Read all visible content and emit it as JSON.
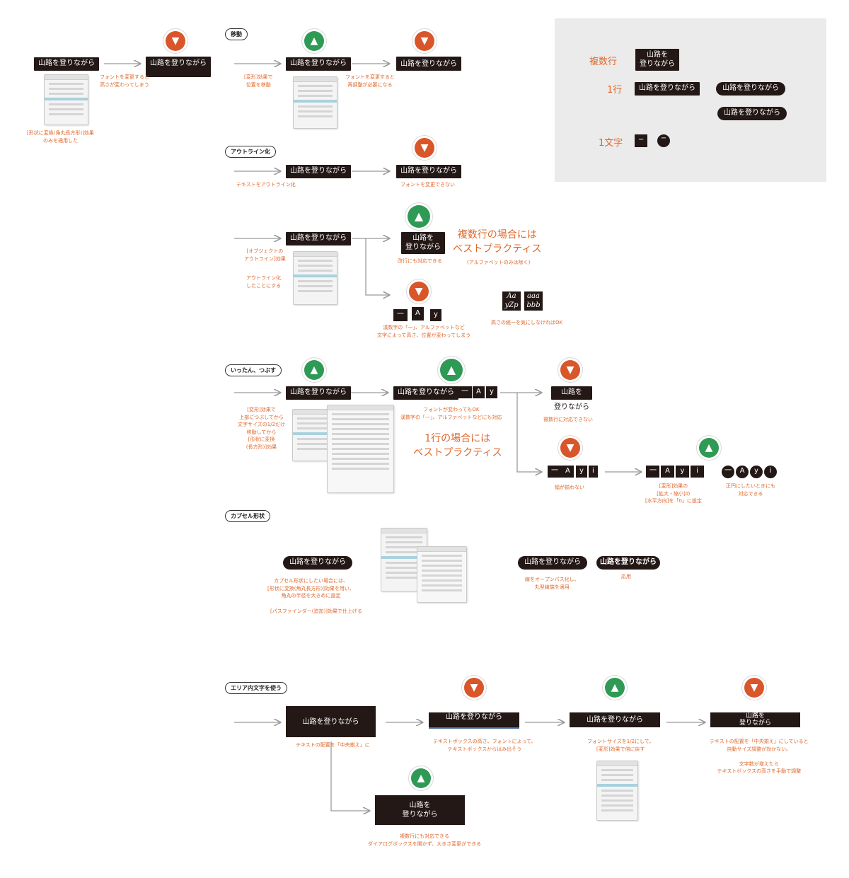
{
  "sample": "山路を登りながら",
  "sample_line1": "山路を",
  "sample_line2": "登りながら",
  "icons": {
    "good": "thumbs-up-icon",
    "bad": "thumbs-down-icon"
  },
  "colors": {
    "good": "#2f9a55",
    "bad": "#d8562a",
    "note": "#e0672a",
    "box": "#231815",
    "legend_bg": "#ebebeb"
  },
  "tags": {
    "move": "移動",
    "outline": "アウトライン化",
    "flatten": "いったん、つぶす",
    "capsule": "カプセル形状",
    "area": "エリア内文字を使う"
  },
  "glyphs": {
    "dash": "一",
    "A": "A",
    "y": "y",
    "i": "i",
    "circle_dash": "−"
  },
  "legend": {
    "multi": "複数行",
    "single": "1行",
    "char": "1文字"
  },
  "alpha": {
    "aa": "Aa",
    "yzp": "yZp",
    "aaa": "aaa",
    "bbb": "bbb"
  },
  "notes": {
    "r1a": "[形状に変換(角丸長方形)]効果\nのみを適用した",
    "r1b": "フォントを変更すると\n高さが変わってしまう",
    "mv1": "[変形]効果で\n位置を移動",
    "mv2": "フォントを変更すると\n再調整が必要になる",
    "ol1": "テキストをアウトライン化",
    "ol2": "フォントを変更できない",
    "ob1": "[オブジェクトの\nアウトライン]効果",
    "ob2": "アウトライン化\nしたことにする",
    "ob3": "改行にも対応できる",
    "ob4": "漢数字の「一」、アルファベットなど\n文字によって高さ、位置が変わってしまう",
    "ob5": "高さの統一を気にしなければOK",
    "fl1": "[変形]効果で\n上部につぶしてから\n文字サイズの1/2だけ\n移動してから\n[形状に変換\n(長方形)]効果",
    "fl2": "フォントが変わってもOK\n漢数字の「一」、アルファベットなどにも対応",
    "fl3": "複数行に対応できない",
    "fl4": "幅が揃わない",
    "fl5": "[変形]効果の\n[拡大・縮小]の\n[水平方向]を「0」に設定",
    "fl6": "正円にしたいときにも\n対応できる",
    "cp1": "カプセル形状にしたい場合には、\n[形状に変換(角丸長方形)]効果を用い、\n角丸の半径を大きめに設定",
    "cp2": "[パスファインダー(追加)]効果で仕上げる",
    "cp3": "線をオープンパス化し、\n丸型線端を適用",
    "cp4": "応用",
    "ar1": "テキストの配置を「中央揃え」に",
    "ar2": "テキストボックスの高さ、フォントによって、\nテキストボックスからはみ出そう",
    "ar3": "フォントサイズを1/2にして、\n[変形]効果で倍に戻す",
    "ar4": "テキストの配置を「中央揃え」にしていると\n自動サイズ調整が効かない。\n\n文字数が増えたら\nテキストボックスの高さを手動で調整",
    "ar5": "複数行にも対応できる\nダイアログボックスを開かず、大きさ変更ができる"
  },
  "heads": {
    "multi_best": "複数行の場合には\nベストプラクティス",
    "multi_sub": "(アルファベットのみは除く)",
    "single_best": "1行の場合には\nベストプラクティス"
  }
}
